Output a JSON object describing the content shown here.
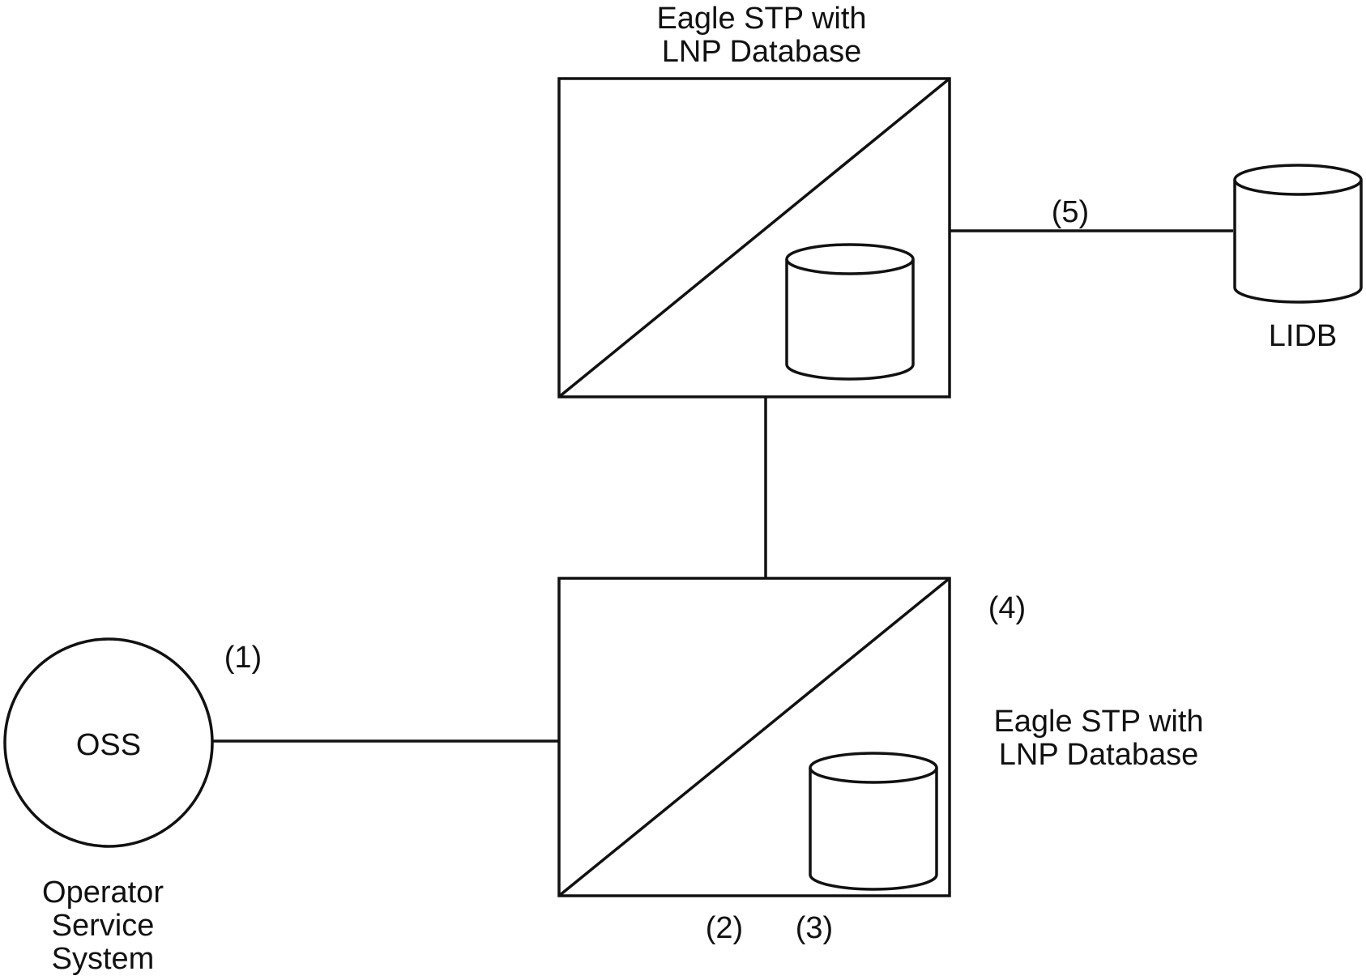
{
  "top_stp": {
    "label_line1": "Eagle STP with",
    "label_line2": "LNP Database"
  },
  "bottom_stp": {
    "label_line1": "Eagle STP with",
    "label_line2": "LNP Database"
  },
  "oss": {
    "short": "OSS",
    "full_line1": "Operator",
    "full_line2": "Service",
    "full_line3": "System"
  },
  "lidb": {
    "label": "LIDB"
  },
  "steps": {
    "s1": "(1)",
    "s2": "(2)",
    "s3": "(3)",
    "s4": "(4)",
    "s5": "(5)"
  }
}
